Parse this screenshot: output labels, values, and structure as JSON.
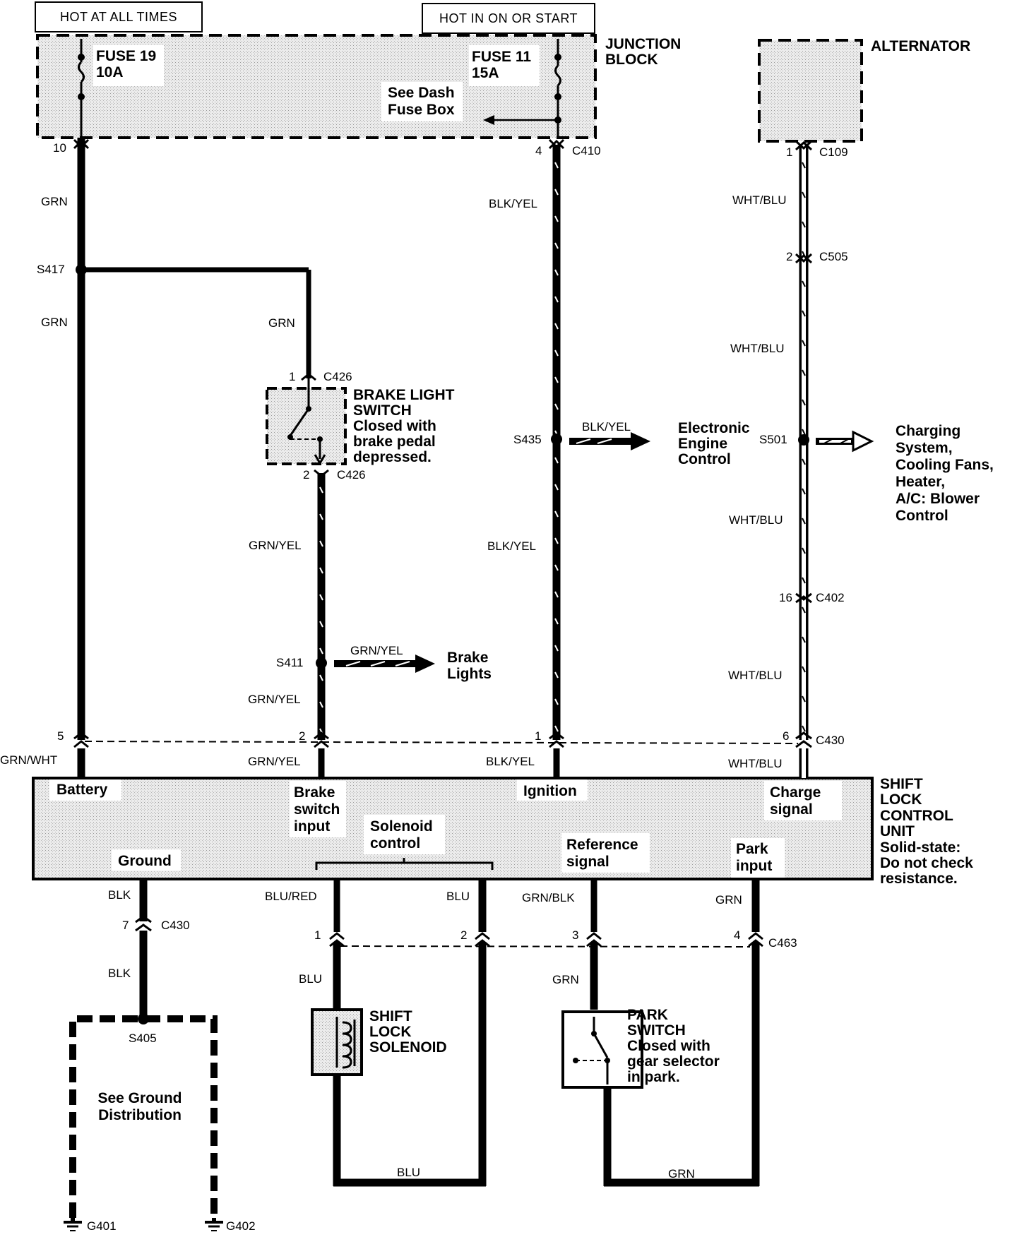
{
  "power": {
    "hot_at_all_times": "HOT AT ALL TIMES",
    "hot_in_on_or_start": "HOT IN ON OR START"
  },
  "junction_block": {
    "label": [
      "JUNCTION",
      "BLOCK"
    ],
    "fuse19": [
      "FUSE 19",
      "10A"
    ],
    "fuse11": [
      "FUSE 11",
      "15A"
    ],
    "see_dash": [
      "See Dash",
      "Fuse Box"
    ]
  },
  "alternator": {
    "label": "ALTERNATOR"
  },
  "connectors": {
    "c410": "C410",
    "c109": "C109",
    "c505": "C505",
    "c426a": "C426",
    "c426b": "C426",
    "c402": "C402",
    "c430": "C430",
    "c430b": "C430",
    "c463": "C463"
  },
  "pins": {
    "p10": "10",
    "p4": "4",
    "p1_c109": "1",
    "p2_c505": "2",
    "p1_c426": "1",
    "p2_c426": "2",
    "p16": "16",
    "p5": "5",
    "p2_c430": "2",
    "p1_c430": "1",
    "p6": "6",
    "p7": "7",
    "p1_c463": "1",
    "p2_c463": "2",
    "p3_c463": "3",
    "p4_c463": "4"
  },
  "splices": {
    "s417": "S417",
    "s435": "S435",
    "s501": "S501",
    "s411": "S411",
    "s405": "S405"
  },
  "wires": {
    "grn_1": "GRN",
    "grn_2": "GRN",
    "grn_3": "GRN",
    "blk_yel_1": "BLK/YEL",
    "blk_yel_2": "BLK/YEL",
    "blk_yel_3": "BLK/YEL",
    "blk_yel_4": "BLK/YEL",
    "wht_blu_1": "WHT/BLU",
    "wht_blu_2": "WHT/BLU",
    "wht_blu_3": "WHT/BLU",
    "wht_blu_4": "WHT/BLU",
    "wht_blu_5": "WHT/BLU",
    "grn_yel_1": "GRN/YEL",
    "grn_yel_2": "GRN/YEL",
    "grn_yel_3": "GRN/YEL",
    "grn_yel_4": "GRN/YEL",
    "grn_wht": "GRN/WHT",
    "blk_1": "BLK",
    "blk_2": "BLK",
    "blu_red": "BLU/RED",
    "blu_1": "BLU",
    "blu_2": "BLU",
    "blu_3": "BLU",
    "grn_blk": "GRN/BLK",
    "grn_4": "GRN",
    "grn_5": "GRN",
    "grn_6": "GRN"
  },
  "brake_switch": {
    "title": [
      "BRAKE LIGHT",
      "SWITCH"
    ],
    "desc": [
      "Closed with",
      "brake pedal",
      "depressed."
    ]
  },
  "destinations": {
    "eec": [
      "Electronic",
      "Engine",
      "Control"
    ],
    "charging": [
      "Charging",
      "System,",
      "Cooling Fans,",
      "Heater,",
      "A/C: Blower",
      "Control"
    ],
    "brake_lights": [
      "Brake",
      "Lights"
    ]
  },
  "control_unit": {
    "title": [
      "SHIFT",
      "LOCK",
      "CONTROL",
      "UNIT"
    ],
    "note": [
      "Solid-state:",
      "Do not check",
      "resistance."
    ],
    "battery": "Battery",
    "brake_input": [
      "Brake",
      "switch",
      "input"
    ],
    "ignition": "Ignition",
    "charge": [
      "Charge",
      "signal"
    ],
    "ground": "Ground",
    "solenoid_control": [
      "Solenoid",
      "control"
    ],
    "reference": [
      "Reference",
      "signal"
    ],
    "park_input": [
      "Park",
      "input"
    ]
  },
  "solenoid": {
    "title": [
      "SHIFT",
      "LOCK",
      "SOLENOID"
    ]
  },
  "park_switch": {
    "title": [
      "PARK",
      "SWITCH"
    ],
    "desc": [
      "Closed with",
      "gear selector",
      "in park."
    ]
  },
  "ground": {
    "see": [
      "See Ground",
      "Distribution"
    ],
    "g401": "G401",
    "g402": "G402"
  }
}
